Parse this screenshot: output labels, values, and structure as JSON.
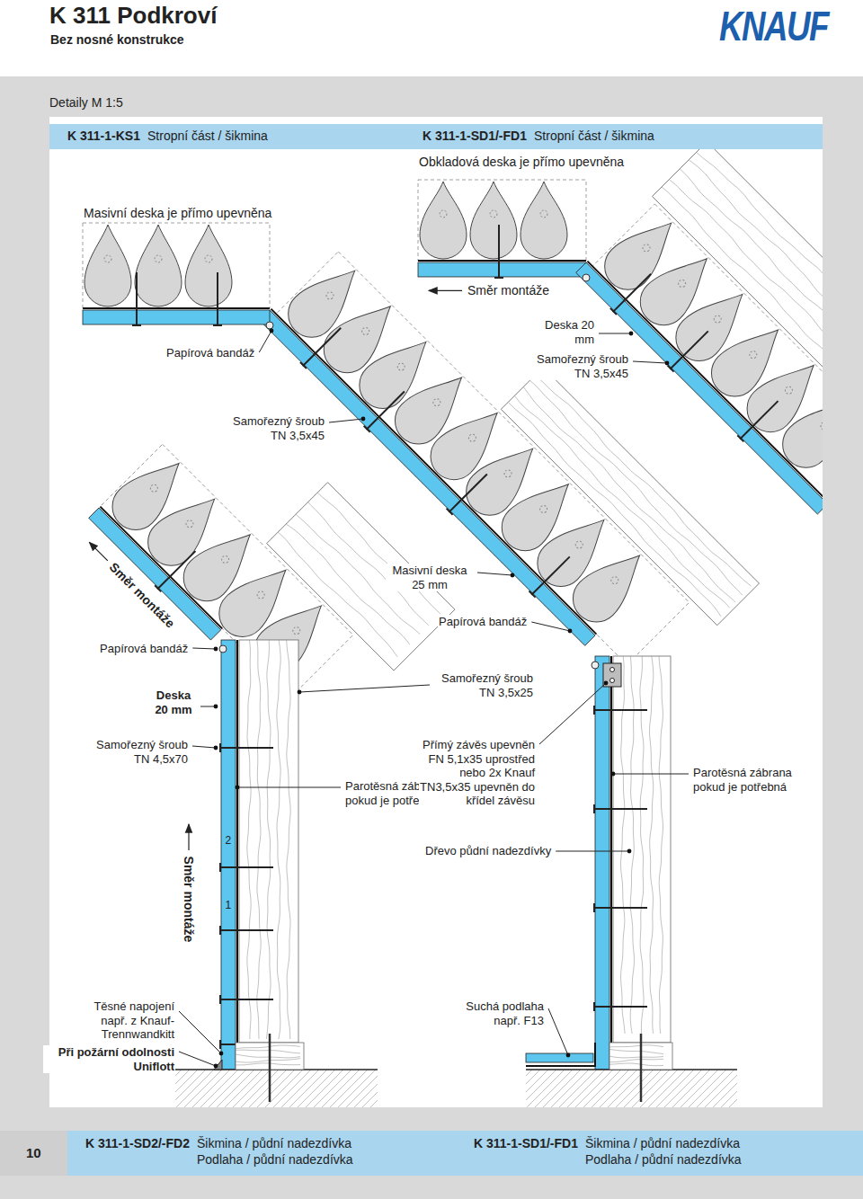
{
  "diagram": {
    "title": "K 311 Podkroví",
    "nodes": [
      {
        "text": [
          "K 311-1-KS1",
          "Stropní část / šikmina",
          "K 311-1-SD1/-FD1",
          "Stropní část / šikmina"
        ]
      },
      {
        "text": [
          "10"
        ]
      },
      {
        "text": [
          "K 311-1-SD2/-FD2",
          "Šikmina / půdní nadezdívka",
          "Podlaha / půdní nadezdívka",
          "K 311-1-SD1/-FD1",
          "Šikmina / půdní nadezdívka",
          "Podlaha / půdní nadezdívka"
        ]
      }
    ],
    "labels": [
      "Bez nosné konstrukce",
      "KNAUF",
      "Detaily M 1:5",
      "Obkladová deska je přímo upevněna",
      "Masivní deska je přímo upevněna",
      "Směr montáže",
      "Deska 20 mm",
      "Samořezný šroub TN 3,5x45",
      "Papírová bandáž",
      "Samořezný šroub TN 3,5x45",
      "Směr montáže",
      "Masivní deska 25 mm",
      "Papírová bandáž",
      "Papírová bandáž",
      "Deska 20 mm",
      "Samořezný šroub TN 3,5x25",
      "Samořezný šroub TN 4,5x70",
      "Parotěsná zábrana pokud je potřebná",
      "Přímý závěs upevněn FN 5,1x35 uprostřed nebo 2x Knauf TN3,5x35 upevněn do křídel závěsu",
      "Parotěsná zábrana pokud je potřebná",
      "2",
      "1",
      "Směr montáže",
      "Dřevo půdní nadezdívky",
      "Těsné napojení např. z Knauf-Trennwandkitt",
      "Při požární odolnosti Uniflott",
      "Suchá podlaha např. F13"
    ]
  }
}
